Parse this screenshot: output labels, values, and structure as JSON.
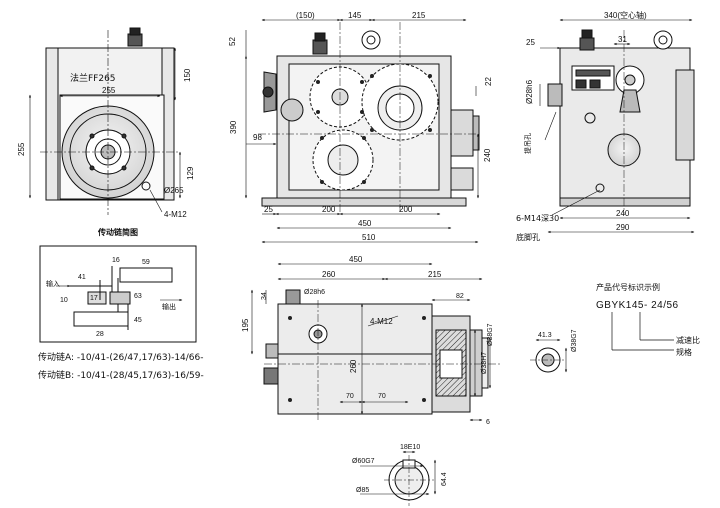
{
  "front": {
    "flange_label": "法兰FF265",
    "dim_255_top": "255",
    "dim_255_side": "255",
    "dim_150": "150",
    "dim_129": "129",
    "dia_265": "Ø265",
    "bolts": "4-M12",
    "caption": "传动链简图"
  },
  "side_main": {
    "dim_150": "(150)",
    "dim_145": "145",
    "dim_215": "215",
    "dim_52": "52",
    "dim_390": "390",
    "dim_98": "98",
    "dim_22": "22",
    "dim_240": "240",
    "dim_25": "25",
    "dim_200a": "200",
    "dim_200b": "200",
    "dim_450": "450",
    "dim_510": "510"
  },
  "right_view": {
    "dim_340": "340(空心轴)",
    "dim_25": "25",
    "dim_31": "31",
    "dim_28h6": "Ø28h6",
    "label_lift": "提吊孔",
    "label_bolts": "6-M14深30",
    "label_foot": "底脚孔",
    "dim_240": "240",
    "dim_290": "290"
  },
  "chain": {
    "in_label": "输入",
    "out_label": "输出",
    "n41": "41",
    "n16": "16",
    "n59": "59",
    "n10": "10",
    "n17": "17",
    "n63": "63",
    "n45": "45",
    "n28": "28",
    "line_a": "传动链A: -10/41-(26/47,17/63)-14/66-",
    "line_b": "传动链B: -10/41-(28/45,17/63)-16/59-"
  },
  "plan_view": {
    "dim_450": "450",
    "dim_260": "260",
    "dim_215": "215",
    "dim_34": "34",
    "dim_28h6": "Ø28h6",
    "dim_195": "195",
    "bolts": "4-M12",
    "dim_260_v": "260",
    "dim_70a": "70",
    "dim_70b": "70",
    "dim_82": "82",
    "dim_38g7": "Ø38G7",
    "dim_38h7": "Ø38H7",
    "dim_6": "6"
  },
  "shaft_detail": {
    "dim_413": "41.3",
    "dim_38g7": "Ø38G7"
  },
  "keyway_detail": {
    "dim_18e10": "18E10",
    "dim_60g7": "Ø60G7",
    "dim_64": "64.4",
    "dim_85": "Ø85"
  },
  "product_code": {
    "title": "产品代号标识示例",
    "code": "GBYK145- 24/56",
    "ratio": "减速比",
    "spec": "规格"
  }
}
